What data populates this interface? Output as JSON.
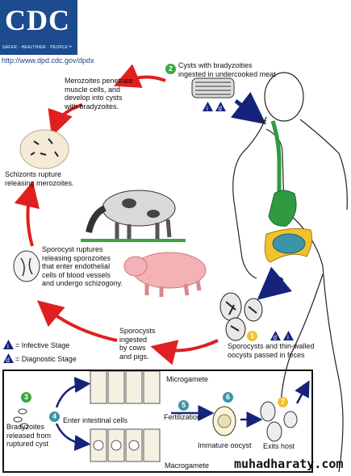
{
  "logo": {
    "text": "CDC",
    "tagline": "SAFER · HEALTHIER · PEOPLE™",
    "url": "http://www.dpd.cdc.gov/dpdx"
  },
  "steps": {
    "s1": {
      "num": "1",
      "text": "Sporocysts and thin-walled\noocysts passed in feces"
    },
    "s2": {
      "num": "2",
      "text": "Cysts with bradyzoities\ningested in undercooked meat"
    },
    "s3": {
      "num": "3",
      "text": "Bradyzoites\nreleased from\nruptured cyst"
    },
    "s4": {
      "num": "4",
      "text": "Enter intestinal cells"
    },
    "s5": {
      "num": "5",
      "text": "Fertilization"
    },
    "s6": {
      "num": "6",
      "text": "Immature oocyst"
    },
    "s7": {
      "num": "7",
      "text": "Exits host"
    }
  },
  "cycle": {
    "merozoites": "Merozoites penetrate\nmuscle cells, and\ndevelop into cysts\nwith bradyzoites.",
    "schizonts": "Schizonts rupture\nreleasing merozoites.",
    "sporocyst_rupture": "Sporocyst ruptures\nreleasing sporozoites\nthat enter endothelial\ncells of blood vessels\nand undergo schizogony.",
    "ingested": "Sporocysts\ningested\nby cows\nand pigs."
  },
  "gametes": {
    "micro": "Microgamete",
    "macro": "Macrogamete"
  },
  "legend": {
    "infective_letter": "i",
    "infective": "= Infective Stage",
    "diagnostic_letter": "d",
    "diagnostic": "= Diagnostic Stage"
  },
  "watermark": "muhadharaty.com",
  "colors": {
    "cdc_blue": "#1c4b8f",
    "step_green": "#3aa640",
    "step_teal": "#3b95a8",
    "step_yellow": "#f2c12e",
    "arrow_red": "#e02020",
    "arrow_navy": "#16237a"
  }
}
